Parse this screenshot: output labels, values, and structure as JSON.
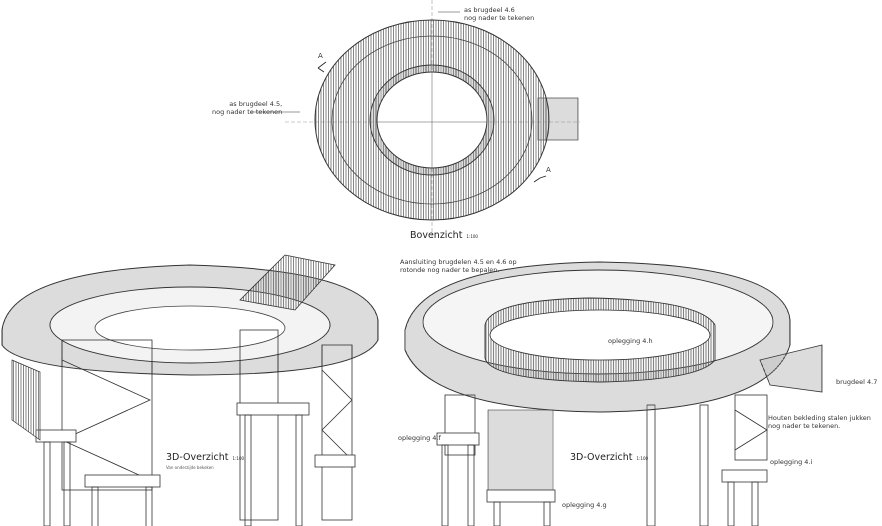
{
  "plan_view": {
    "title": "Bovenzicht",
    "scale": "1:100",
    "note_axis_46": [
      "as brugdeel 4.6",
      "nog nader te tekenen"
    ],
    "note_axis_45": [
      "as brugdeel 4.5,",
      "nog nader te tekenen"
    ],
    "section_marker": "A"
  },
  "view_3d_left": {
    "title": "3D-Overzicht",
    "scale": "1:100",
    "subtitle": "Van onderzijde bekeken"
  },
  "view_3d_right": {
    "title": "3D-Overzicht",
    "scale": "1:100",
    "note_connection": [
      "Aansluiting brugdelen 4.5 en 4.6 op",
      "rotonde nog nader te bepalen."
    ],
    "note_cladding": [
      "Houten bekleding stalen jukken",
      "nog nader te tekenen."
    ],
    "labels": {
      "brugdeel_47": "brugdeel 4.7",
      "oplegging_4h": "oplegging 4.h",
      "oplegging_4f": "oplegging 4.f",
      "oplegging_4g": "oplegging 4.g",
      "oplegging_4i": "oplegging 4.i"
    }
  }
}
